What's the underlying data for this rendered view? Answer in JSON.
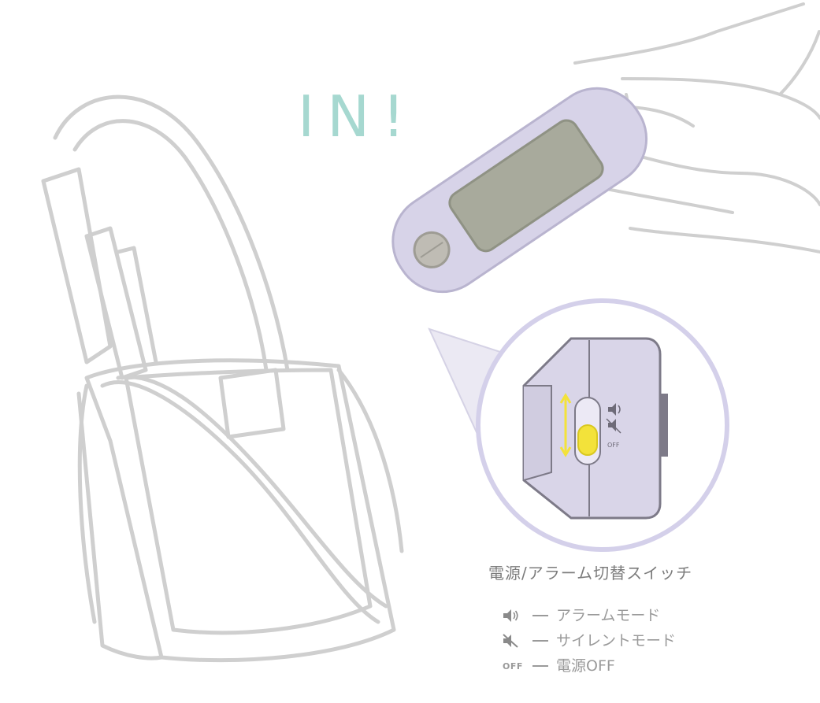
{
  "headline": "IN!",
  "switch_caption": "電源/アラーム切替スイッチ",
  "switch_labels": {
    "off_small": "OFF"
  },
  "legend": [
    {
      "icon": "speaker-icon",
      "text": "アラームモード"
    },
    {
      "icon": "speaker-muted-icon",
      "text": "サイレントモード"
    },
    {
      "icon": "off-icon",
      "icon_text": "OFF",
      "text": "電源OFF"
    }
  ],
  "colors": {
    "device_body": "#d7d3e8",
    "device_screen": "#a8aa9c",
    "switch_knob": "#f3e23a",
    "accent_text": "#a6d8d0",
    "line_art": "#cfcfcf"
  }
}
